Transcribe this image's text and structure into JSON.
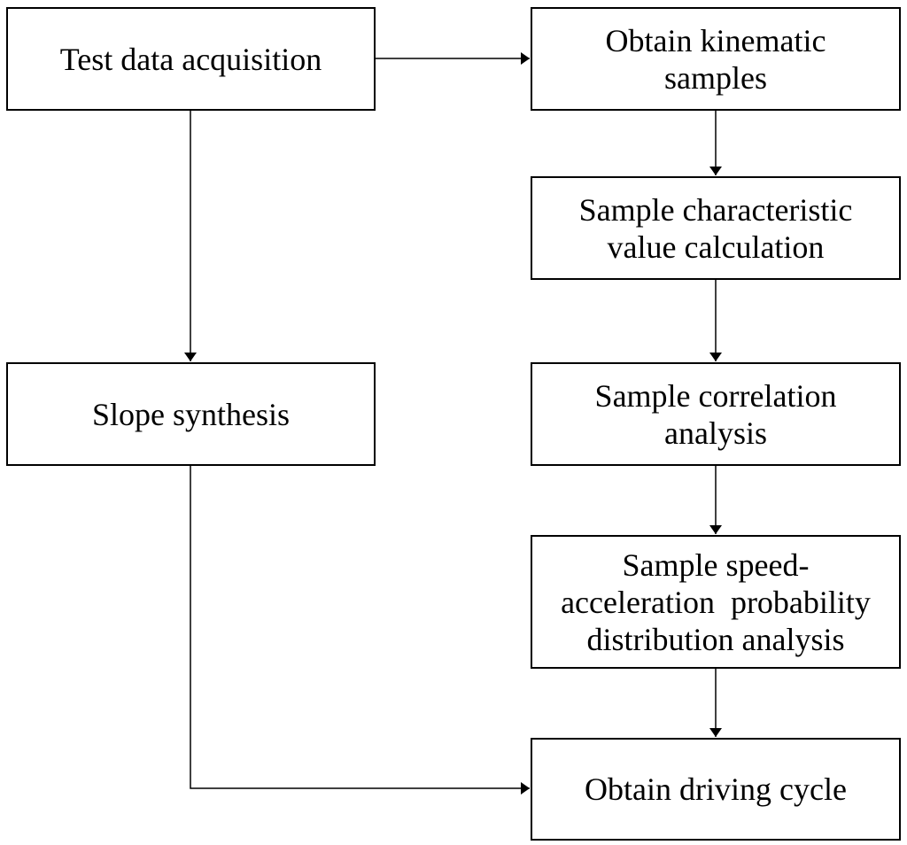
{
  "diagram": {
    "nodes": {
      "test_data": {
        "lines": [
          "Test data acquisition"
        ]
      },
      "kinematic": {
        "lines": [
          "Obtain kinematic",
          "samples"
        ]
      },
      "characteristic": {
        "lines": [
          "Sample characteristic",
          "value calculation"
        ]
      },
      "slope": {
        "lines": [
          "Slope synthesis"
        ]
      },
      "correlation": {
        "lines": [
          "Sample correlation",
          "analysis"
        ]
      },
      "probability": {
        "lines": [
          "Sample speed-",
          "acceleration  probability",
          "distribution analysis"
        ]
      },
      "driving_cycle": {
        "lines": [
          "Obtain driving cycle"
        ]
      }
    },
    "edges": [
      {
        "from": "Test data acquisition",
        "to": "Obtain kinematic samples"
      },
      {
        "from": "Test data acquisition",
        "to": "Slope synthesis"
      },
      {
        "from": "Obtain kinematic samples",
        "to": "Sample characteristic value calculation"
      },
      {
        "from": "Sample characteristic value calculation",
        "to": "Sample correlation analysis"
      },
      {
        "from": "Sample correlation analysis",
        "to": "Sample speed-acceleration probability distribution analysis"
      },
      {
        "from": "Sample speed-acceleration probability distribution analysis",
        "to": "Obtain driving cycle"
      },
      {
        "from": "Slope synthesis",
        "to": "Obtain driving cycle"
      }
    ],
    "line_color": "#000000",
    "box_border_color": "#000000",
    "background": "#ffffff"
  }
}
